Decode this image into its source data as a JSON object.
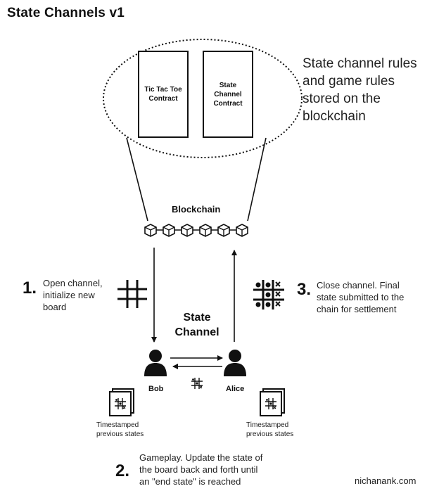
{
  "title": "State Channels v1",
  "rules_text": [
    "State channel rules",
    "and game rules",
    "stored on the",
    "blockchain"
  ],
  "contracts": {
    "tictactoe": [
      "Tic Tac Toe",
      "Contract"
    ],
    "state_channel": [
      "State",
      "Channel",
      "Contract"
    ]
  },
  "blockchain_label": "Blockchain",
  "steps": [
    {
      "num": "1.",
      "lines": [
        "Open channel,",
        "initialize new",
        "board"
      ]
    },
    {
      "num": "2.",
      "lines": [
        "Gameplay. Update the state of",
        "the board back and forth until",
        "an \"end state\" is reached"
      ]
    },
    {
      "num": "3.",
      "lines": [
        "Close channel. Final",
        "state submitted to the",
        "chain for settlement"
      ]
    }
  ],
  "state_channel_label": [
    "State",
    "Channel"
  ],
  "participants": {
    "left": "Bob",
    "right": "Alice"
  },
  "history_caption": [
    "Timestamped",
    "previous states"
  ],
  "credit": "nichanank.com",
  "icons": [
    "tic-tac-toe-grid-icon",
    "finished-board-icon",
    "person-icon",
    "block-icon",
    "stacked-states-icon"
  ],
  "colors": {
    "ink": "#111111",
    "background": "#ffffff"
  }
}
